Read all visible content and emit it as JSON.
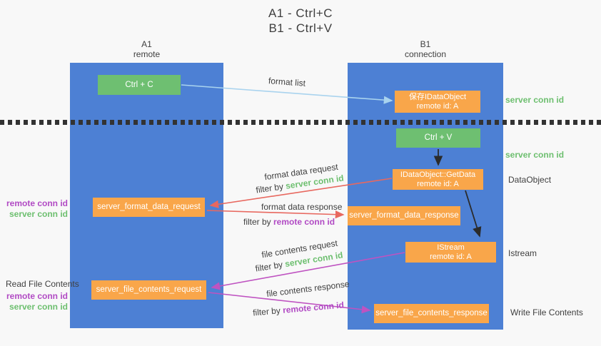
{
  "title": {
    "line1": "A1 - Ctrl+C",
    "line2": "B1 - Ctrl+V"
  },
  "columns": {
    "a": {
      "name": "A1",
      "subtitle": "remote"
    },
    "b": {
      "name": "B1",
      "subtitle": "connection"
    }
  },
  "boxes": {
    "ctrl_c": "Ctrl + C",
    "ctrl_v": "Ctrl + V",
    "save_idataobject": {
      "line1": "保存IDataObject",
      "line2": "remote id: A"
    },
    "getdata": {
      "line1": "IDataObject::GetData",
      "line2": "remote id: A"
    },
    "istream": {
      "line1": "IStream",
      "line2": "remote id: A"
    },
    "format_request": "server_format_data_request",
    "format_response": "server_format_data_response",
    "file_request": "server_file_contents_request",
    "file_response": "server_file_contents_response"
  },
  "arrow_labels": {
    "format_list": "format list",
    "format_data_request": "format data request",
    "format_data_response": "format data response",
    "file_contents_request": "file contents request",
    "file_contents_response": "file contents response",
    "filter_by": "filter by ",
    "server_conn_id": "server conn id",
    "remote_conn_id": "remote conn id"
  },
  "side_labels": {
    "right_server_conn_id_top": "server conn id",
    "right_server_conn_id_mid": "server conn id",
    "right_dataobject": "DataObject",
    "right_istream": "Istream",
    "right_write_file": "Write File Contents",
    "left_remote_conn_id_top": "remote conn id",
    "left_server_conn_id_top": "server conn id",
    "left_read_file": "Read File Contents",
    "left_remote_conn_id_bottom": "remote conn id",
    "left_server_conn_id_bottom": "server conn id"
  },
  "colors": {
    "column_blue": "#4d80d4",
    "box_green": "#6ebf71",
    "box_orange": "#f9a64a",
    "arrow_light_blue": "#a9d3ee",
    "arrow_red": "#e8685f",
    "arrow_magenta": "#bf53c1",
    "arrow_black": "#2b2b2b",
    "text_green": "#6dbf6f",
    "text_purple": "#b14ac4",
    "text_dark": "#3f3f3f",
    "background": "#f8f8f8"
  }
}
